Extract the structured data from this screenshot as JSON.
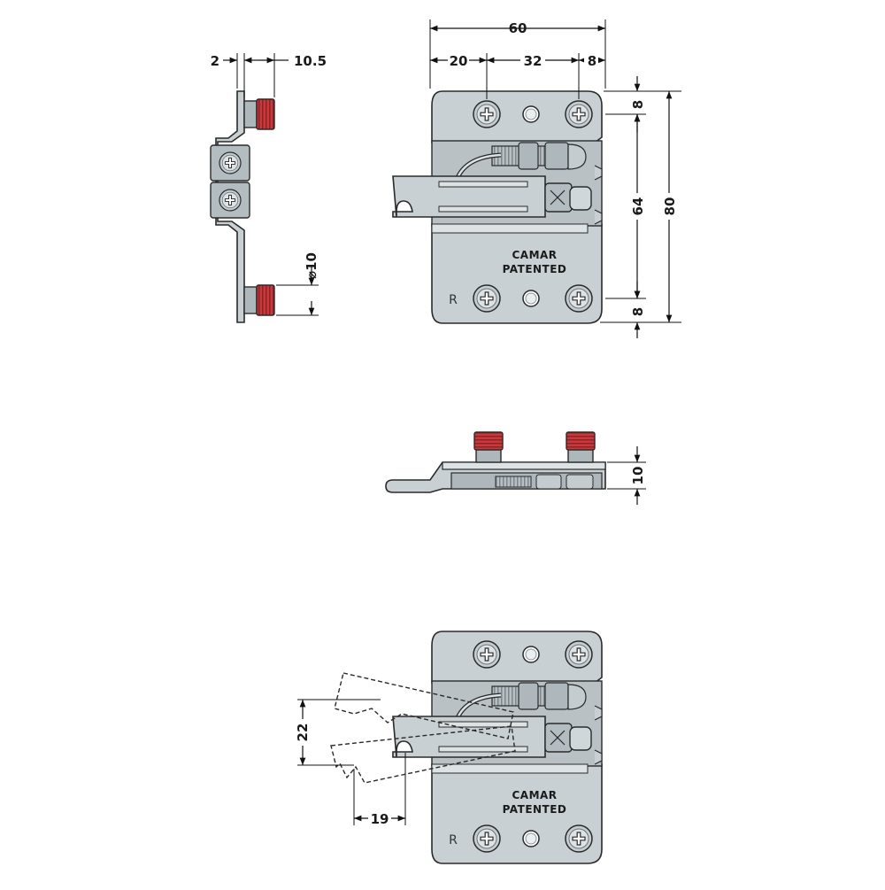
{
  "colors": {
    "plate": "#c8d0d3",
    "plate_dark": "#98a1a6",
    "plate_light": "#dde3e5",
    "outline": "#2a2a2a",
    "thread": "#c9383a",
    "thread_dark": "#8e2225",
    "dimension": "#111111"
  },
  "views": {
    "side": {
      "dim_thickness": "2",
      "dim_dowel_length": "10.5",
      "dim_dowel_diameter": "⌀10"
    },
    "front": {
      "dim_width": "60",
      "dim_left": "20",
      "dim_spacing": "32",
      "dim_right": "8",
      "dim_top": "8",
      "dim_hole_spacing": "64",
      "dim_bottom": "8",
      "dim_height": "80",
      "brand": "CAMAR",
      "patent": "PATENTED",
      "side_mark": "R"
    },
    "top": {
      "dim_height": "10"
    },
    "adjust": {
      "dim_vertical": "22",
      "dim_horizontal": "19",
      "brand": "CAMAR",
      "patent": "PATENTED",
      "side_mark": "R"
    }
  },
  "icons": [
    "dowel-icon",
    "screw-head-icon",
    "cam-screw-icon"
  ]
}
